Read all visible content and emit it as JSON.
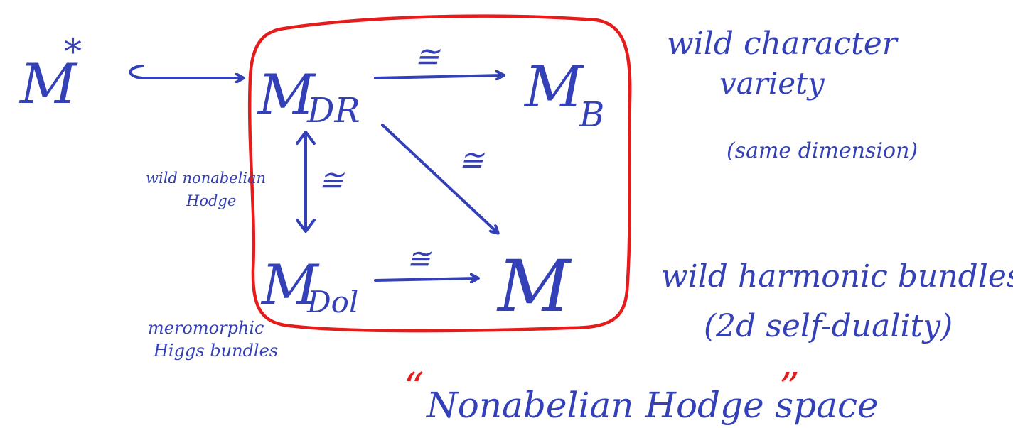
{
  "colors": {
    "ink": "#3340b8",
    "frame": "#e51c1c",
    "background": "#ffffff"
  },
  "nodes": {
    "m_star": {
      "base": "M",
      "sup": "*"
    },
    "m_dr": {
      "base": "M",
      "sub": "DR"
    },
    "m_b": {
      "base": "M",
      "sub": "B"
    },
    "m_dol": {
      "base": "M",
      "sub": "Dol"
    },
    "m_h": {
      "base": "M"
    }
  },
  "arrows": {
    "dr_to_b": "≅",
    "dr_to_h": "≅",
    "dr_dol": "≅",
    "dol_to_h": "≅"
  },
  "labels": {
    "wild_nonabelian_1": "wild nonabelian",
    "wild_nonabelian_2": "Hodge",
    "meromorphic_1": "meromorphic",
    "meromorphic_2": "Higgs bundles",
    "character_1": "wild character",
    "character_2": "variety",
    "character_3": "(same dimension)",
    "harmonic_1": "wild harmonic bundles",
    "harmonic_2": "(2d self-duality)",
    "quote_open": "“",
    "space_name": "Nonabelian Hodge space",
    "quote_close": "”"
  }
}
